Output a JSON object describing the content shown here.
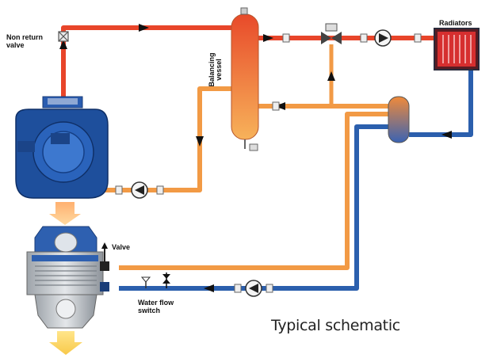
{
  "labels": {
    "non_return_valve": [
      "Non return",
      "valve"
    ],
    "balancing_vessel": [
      "Balancing",
      "vessel"
    ],
    "radiators": "Radiators",
    "valve": "Valve",
    "water_flow_switch": [
      "Water flow",
      "switch"
    ]
  },
  "caption": "Typical schematic",
  "colors": {
    "hot_pipe": "#e8452a",
    "warm_pipe": "#f29a45",
    "cold_pipe": "#2b5fad",
    "flow_arrow": "#111111",
    "boiler_body": "#1e4f9c",
    "vessel_top": "#e84a2a",
    "vessel_bottom": "#f7b25a",
    "radiator": "#d62f2f",
    "exchanger": "#bfc4c8"
  }
}
